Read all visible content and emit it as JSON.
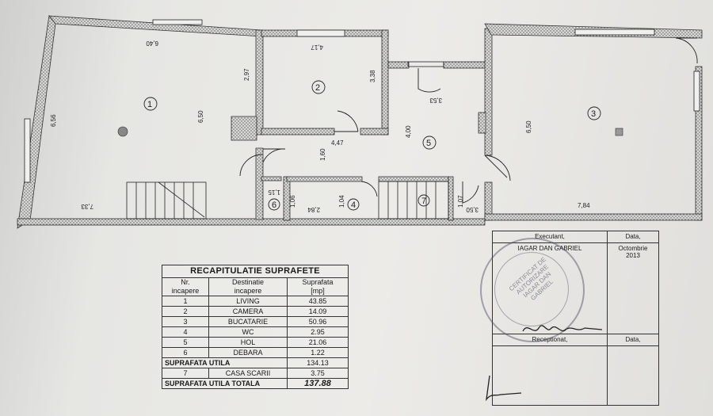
{
  "rooms": {
    "r1": "1",
    "r2": "2",
    "r3": "3",
    "r4": "4",
    "r5": "5",
    "r6": "6",
    "r7": "7"
  },
  "dims": {
    "d640": "6,40",
    "d656": "6,56",
    "d650a": "6,50",
    "d733": "7,33",
    "d297": "2,97",
    "d417": "4,17",
    "d338": "3,38",
    "d353": "3,53",
    "d447": "4,47",
    "d160": "1,60",
    "d400": "4,00",
    "d650b": "6,50",
    "d784": "7,84",
    "d115": "1,15",
    "d106": "1,06",
    "d284": "2,84",
    "d104": "1,04",
    "d107": "1,07",
    "d350": "3,50"
  },
  "recap": {
    "title": "RECAPITULATIE SUPRAFETE",
    "h_nr": "Nr.",
    "h_inc": "incapere",
    "h_dest": "Destinatie",
    "h_dest2": "incapere",
    "h_supr": "Suprafata",
    "h_unit": "[mp]",
    "rows": [
      {
        "nr": "1",
        "dest": "LIVING",
        "val": "43.85"
      },
      {
        "nr": "2",
        "dest": "CAMERA",
        "val": "14.09"
      },
      {
        "nr": "3",
        "dest": "BUCATARIE",
        "val": "50.96"
      },
      {
        "nr": "4",
        "dest": "WC",
        "val": "2.95"
      },
      {
        "nr": "5",
        "dest": "HOL",
        "val": "21.06"
      },
      {
        "nr": "6",
        "dest": "DEBARA",
        "val": "1.22"
      }
    ],
    "util_label": "SUPRAFATA UTILA",
    "util_val": "134.13",
    "r7_nr": "7",
    "r7_dest": "CASA SCARII",
    "r7_val": "3.75",
    "total_label": "SUPRAFATA UTILA TOTALA",
    "total_val": "137.88"
  },
  "sign": {
    "executant": "Executant,",
    "data": "Data,",
    "name": "IAGAR DAN GABRIEL",
    "date_line1": "Octombrie",
    "date_line2": "2013",
    "receptionat": "Receptionat,",
    "data2": "Data,"
  },
  "stamp": {
    "text": "CERTIFICAT DE AUTORIZARE IAGAR DAN GABRIEL"
  }
}
